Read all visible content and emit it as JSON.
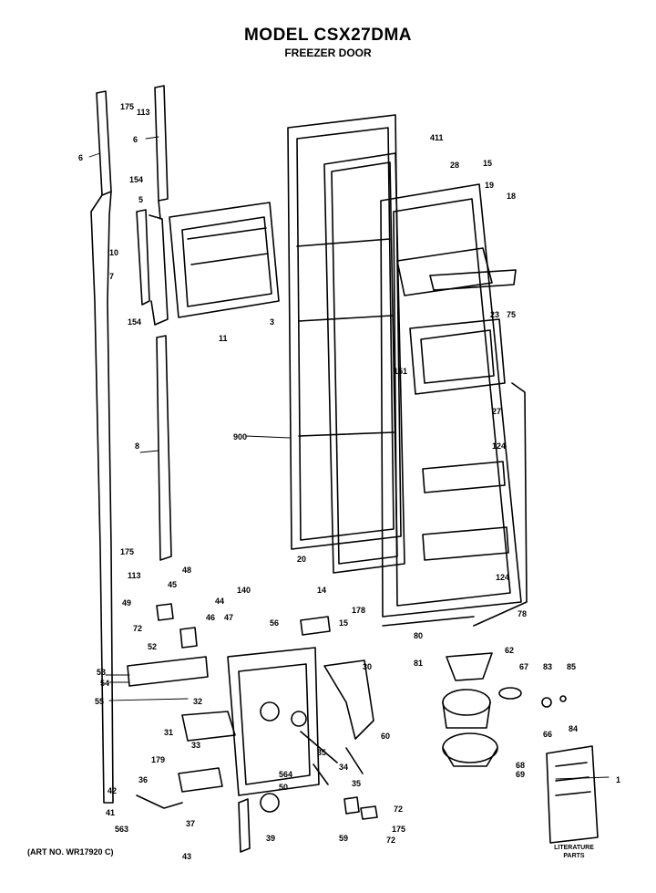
{
  "header": {
    "title": "MODEL CSX27DMA",
    "subtitle": "FREEZER DOOR"
  },
  "footer": {
    "art_number": "(ART NO. WR17920 C)",
    "literature_line1": "LITERATURE",
    "literature_line2": "PARTS"
  },
  "callouts": [
    "175",
    "113",
    "6",
    "6",
    "154",
    "5",
    "10",
    "7",
    "154",
    "11",
    "3",
    "411",
    "28",
    "15",
    "19",
    "18",
    "23",
    "75",
    "151",
    "27",
    "124",
    "124",
    "900",
    "8",
    "175",
    "113",
    "20",
    "14",
    "140",
    "48",
    "45",
    "44",
    "178",
    "15",
    "49",
    "72",
    "46",
    "47",
    "52",
    "56",
    "30",
    "80",
    "78",
    "81",
    "62",
    "67",
    "83",
    "85",
    "53",
    "54",
    "55",
    "32",
    "31",
    "33",
    "179",
    "36",
    "42",
    "41",
    "563",
    "37",
    "43",
    "564",
    "50",
    "35",
    "34",
    "35",
    "39",
    "59",
    "72",
    "175",
    "72",
    "60",
    "68",
    "66",
    "84",
    "69",
    "1"
  ]
}
